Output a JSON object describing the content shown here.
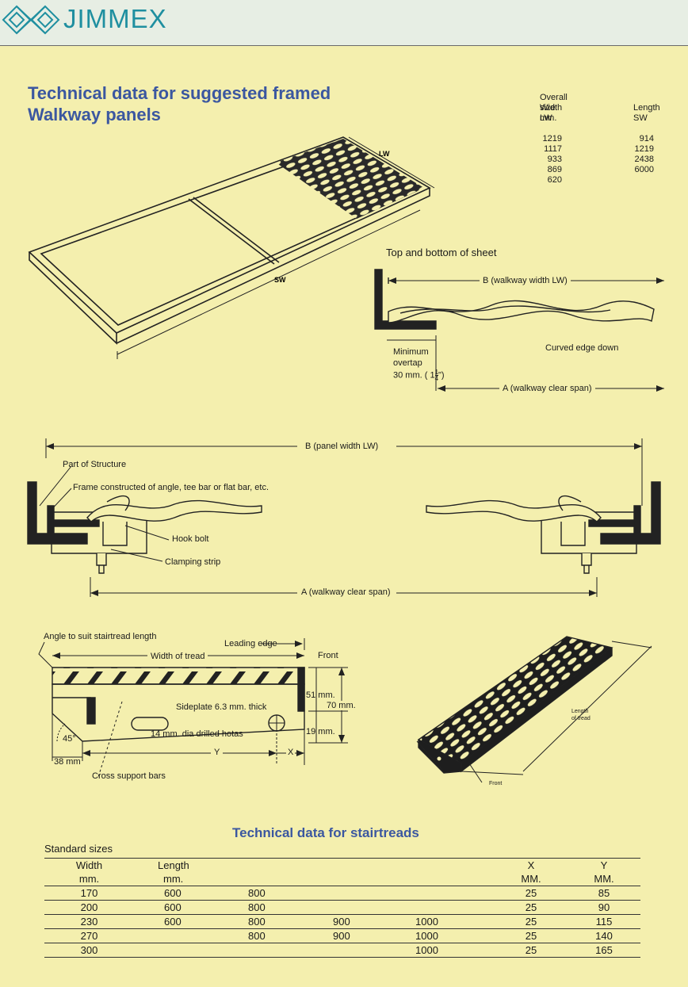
{
  "header": {
    "brand": "JIMMEX"
  },
  "title": {
    "line1": "Technical data for suggested framed",
    "line2": "Walkway panels"
  },
  "overall_size": {
    "heading": "Overall size mm.",
    "col1": {
      "label": "Width",
      "abbr": "LW",
      "values": [
        "1219",
        "1117",
        "933",
        "869",
        "620"
      ]
    },
    "col2": {
      "label": "Length",
      "abbr": "SW",
      "values": [
        "914",
        "1219",
        "2438",
        "6000"
      ]
    }
  },
  "panel_labels": {
    "lw": "LW",
    "sw": "SW"
  },
  "sheet": {
    "heading": "Top and bottom of sheet",
    "b_label": "B (walkway width LW)",
    "curved": "Curved edge down",
    "min_1": "Minimum",
    "min_2": "overtap",
    "min_3": "30 mm. ( 1",
    "frac_top": "1",
    "frac_bot": "4",
    "frac_end": "\")",
    "a_label": "A (walkway clear span)"
  },
  "section": {
    "b_label": "B (panel width LW)",
    "structure": "Part of Structure",
    "frame": "Frame constructed of angle, tee bar or flat bar, etc.",
    "hook": "Hook bolt",
    "clamp": "Clamping strip",
    "a_label": "A (walkway clear span)"
  },
  "tread": {
    "angle": "Angle to suit stairtread length",
    "leading": "Leading edge",
    "width": "Width of tread",
    "front": "Front",
    "sideplate": "Sideplate 6.3 mm. thick",
    "holes": "14 mm. dia drilled hotas",
    "d51": "51 mm.",
    "d70": "70 mm.",
    "d19": "19 mm.",
    "deg": "45°",
    "d38": "38 mm",
    "y": "Y",
    "x": "X",
    "cross": "Cross support bars",
    "len1": "Length",
    "len2": "of tread",
    "front2": "Front"
  },
  "stairtreads": {
    "title": "Technical data for stairtreads",
    "standard": "Standard sizes",
    "headers": {
      "width": "Width",
      "width_unit": "mm.",
      "length": "Length",
      "length_unit": "mm.",
      "x": "X",
      "x_unit": "MM.",
      "y": "Y",
      "y_unit": "MM."
    },
    "rows": [
      {
        "width": "170",
        "l1": "600",
        "l2": "800",
        "l3": "",
        "l4": "",
        "x": "25",
        "y": "85"
      },
      {
        "width": "200",
        "l1": "600",
        "l2": "800",
        "l3": "",
        "l4": "",
        "x": "25",
        "y": "90"
      },
      {
        "width": "230",
        "l1": "600",
        "l2": "800",
        "l3": "900",
        "l4": "1000",
        "x": "25",
        "y": "115"
      },
      {
        "width": "270",
        "l1": "",
        "l2": "800",
        "l3": "900",
        "l4": "1000",
        "x": "25",
        "y": "140"
      },
      {
        "width": "300",
        "l1": "",
        "l2": "",
        "l3": "",
        "l4": "1000",
        "x": "25",
        "y": "165"
      }
    ]
  }
}
